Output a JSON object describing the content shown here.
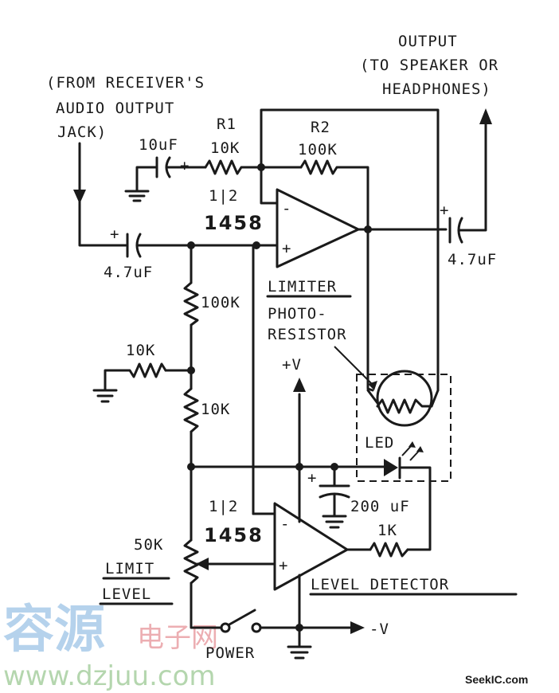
{
  "labels": {
    "input_note_1": "(FROM RECEIVER'S",
    "input_note_2": "AUDIO OUTPUT",
    "input_note_3": "JACK)",
    "output_1": "OUTPUT",
    "output_2": "(TO SPEAKER OR",
    "output_3": "HEADPHONES)",
    "c_in": "10uF",
    "r1_name": "R1",
    "r1_val": "10K",
    "r2_name": "R2",
    "r2_val": "100K",
    "ic1_half": "1|2",
    "ic1_part": "1458",
    "c_in2": "4.7uF",
    "c_out": "4.7uF",
    "r_100k": "100K",
    "r_10k_left": "10K",
    "r_10k_lower": "10K",
    "limiter": "LIMITER",
    "photo_1": "PHOTO-",
    "photo_2": "RESISTOR",
    "plus_v": "+V",
    "led": "LED",
    "c_200": "200 uF",
    "ic2_half": "1|2",
    "ic2_part": "1458",
    "r_1k": "1K",
    "pot_val": "50K",
    "pot_name_1": "LIMIT",
    "pot_name_2": "LEVEL",
    "level_detector": "LEVEL DETECTOR",
    "power": "POWER",
    "minus_v": "-V",
    "opamp_minus": "-",
    "opamp_plus": "+",
    "cap_plus": "+"
  },
  "watermark": {
    "chinese": "容源",
    "chinese_red": "电子网",
    "url": "www.dzjuu.com",
    "credit": "SeekIC.com"
  }
}
